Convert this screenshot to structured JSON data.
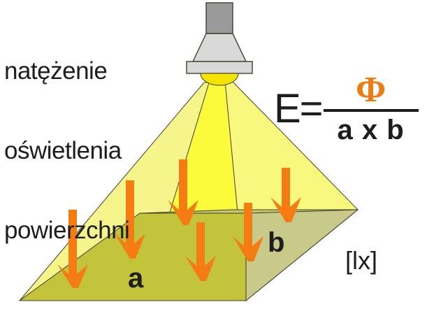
{
  "diagram": {
    "title_lines": [
      "natężenie",
      "oświetlenia",
      "powierzchni"
    ],
    "unit": "[lx]",
    "formula": {
      "lhs": "E=",
      "numerator": "Φ",
      "denominator": "a x b"
    },
    "surface_labels": {
      "side_a": "a",
      "side_b": "b"
    },
    "colors": {
      "beam_left": "#f5f58c",
      "beam_center": "#fbfb3c",
      "beam_right": "#f8f87e",
      "surface_main": "#c3c33c",
      "surface_right": "#c9c98a",
      "arrow": "#f47c12",
      "lamp_stem": "#9a9a9a",
      "lamp_shade": "#d9d9d9",
      "bulb": "#f5e400",
      "outline": "#3f3f2e",
      "text": "#1d1d1b"
    },
    "lamp": {
      "stem_name": "lamp-stem",
      "shade_name": "lamp-shade",
      "bulb_name": "lamp-bulb"
    },
    "arrow_count": 6
  }
}
